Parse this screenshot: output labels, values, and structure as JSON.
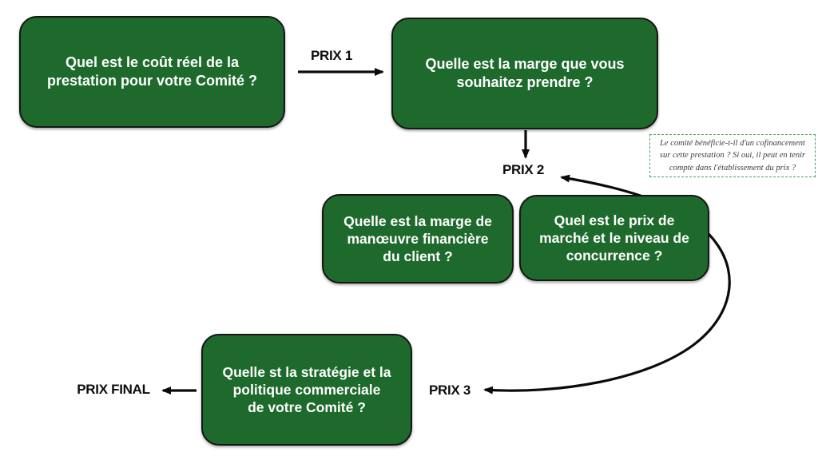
{
  "diagram": {
    "title": "Construction du prix d'une prestation (flowchart)",
    "boxes": [
      {
        "id": "real-cost",
        "text": "Quel est le coût réel de la\nprestation pour votre Comité ?"
      },
      {
        "id": "margin",
        "text": "Quelle est la marge que vous\nsouhaitez prendre ?"
      },
      {
        "id": "client-leeway",
        "text": "Quelle est la marge de\nmanœuvre financière\ndu client ?"
      },
      {
        "id": "market-price",
        "text": "Quel est le prix de\nmarché et le niveau de\nconcurrence ?"
      },
      {
        "id": "strategy",
        "text": "Quelle st la stratégie et la\npolitique commerciale\nde votre Comité ?"
      }
    ],
    "labels": {
      "prix1": "PRIX 1",
      "prix2": "PRIX 2",
      "prix3": "PRIX 3",
      "prix_final": "PRIX FINAL"
    },
    "note": {
      "text": "Le comité bénéficie-t-il d'un cofinancement\nsur cette prestation ? Si oui, il peut en tenir\ncompte dans l'établissement du prix ?"
    },
    "colors": {
      "box_fill": "#1e6a2c",
      "box_border": "#161616",
      "box_text": "#ffffff",
      "arrow": "#0b0b0b",
      "label_text": "#0d0d0d",
      "note_border": "#46a05a",
      "note_text": "#3c3c3c",
      "background": "#ffffff"
    }
  }
}
